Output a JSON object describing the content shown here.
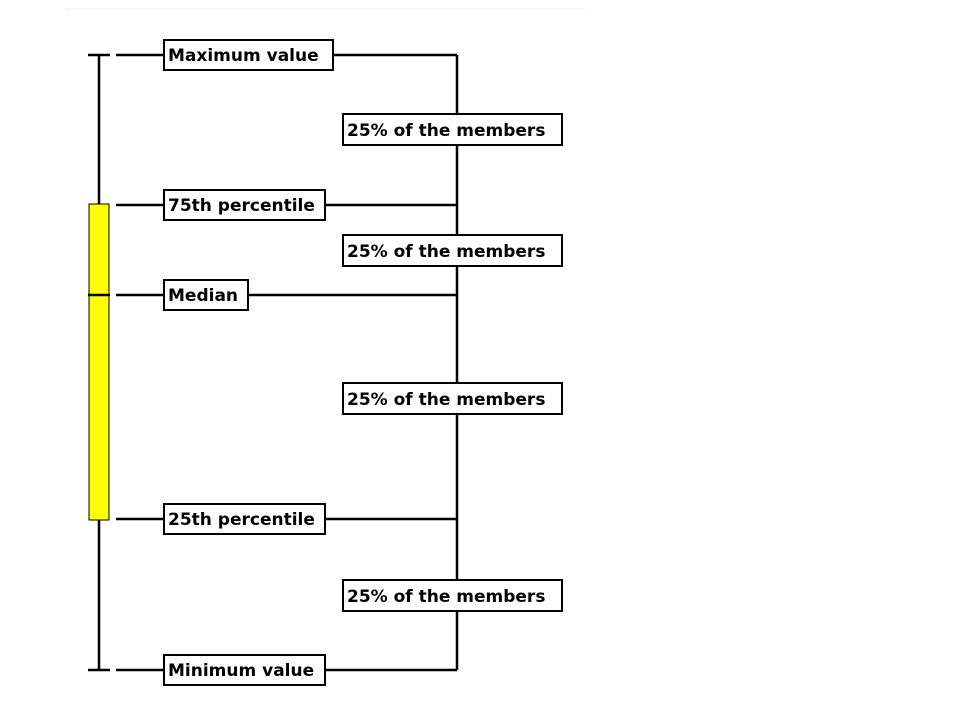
{
  "labels": {
    "maximum": "Maximum value",
    "p75": "75th percentile",
    "median": "Median",
    "p25": "25th percentile",
    "minimum": "Minimum value"
  },
  "quartile_labels": [
    "25% of the members",
    "25% of the members",
    "25% of the members",
    "25% of the members"
  ],
  "colors": {
    "box_fill": "#ffff00",
    "line": "#000000",
    "label_bg": "#ffffff"
  }
}
